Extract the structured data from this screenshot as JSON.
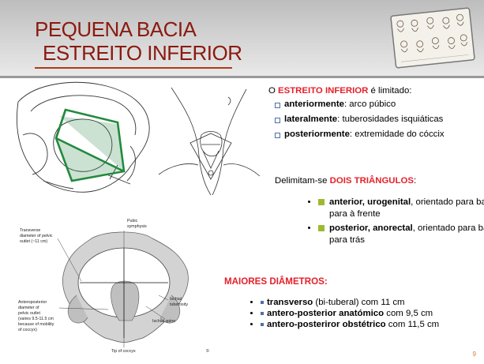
{
  "title": {
    "line1": "PEQUENA BACIA",
    "line2": "ESTREITO INFERIOR"
  },
  "intro": {
    "prefix": "O ",
    "highlight": "ESTREITO INFERIOR",
    "suffix": "  é limitado:"
  },
  "limits": [
    {
      "bold": "anteriormente",
      "rest": ": arco púbico"
    },
    {
      "bold": "lateralmente",
      "rest": ": tuberosidades isquiáticas"
    },
    {
      "bold": "posteriormente",
      "rest": ": extremidade do cóccix"
    }
  ],
  "triangles": {
    "prefix": "Delimitam-se ",
    "highlight": "DOIS TRIÂNGULOS",
    "suffix": ":",
    "items": [
      {
        "bold": "anterior, urogenital",
        "rest": ", orientado para baixo e para à frente"
      },
      {
        "bold": "posterior, anorectal",
        "rest": ", orientado para baixo e para trás"
      }
    ]
  },
  "diameters": {
    "heading": "MAIORES DIÂMETROS:",
    "items": [
      {
        "bold": "transverso",
        "rest": " (bi-tuberal) com 11 cm"
      },
      {
        "bold": "antero-posterior anatómico",
        "rest": " com 9,5 cm"
      },
      {
        "bold": "antero-posteriror obstétrico",
        "rest": " com 11,5 cm"
      }
    ]
  },
  "diagram_labels": {
    "transverse": [
      "Transverse",
      "diameter of pelvic",
      "outlet (~11 cm)"
    ],
    "pubic": [
      "Pubic",
      "symphysis"
    ],
    "ap": [
      "Anteroposterior",
      "diameter of",
      "pelvic outlet",
      "(varies 9.5-11.5 cm",
      "because of mobility",
      "of coccyx)"
    ],
    "ischial_tuberosity": [
      "Ischial",
      "tuberosity"
    ],
    "ischial_spine": "Ischial spine",
    "coccyx": "Tip of coccyx",
    "credit": "©"
  },
  "page_number": "9"
}
